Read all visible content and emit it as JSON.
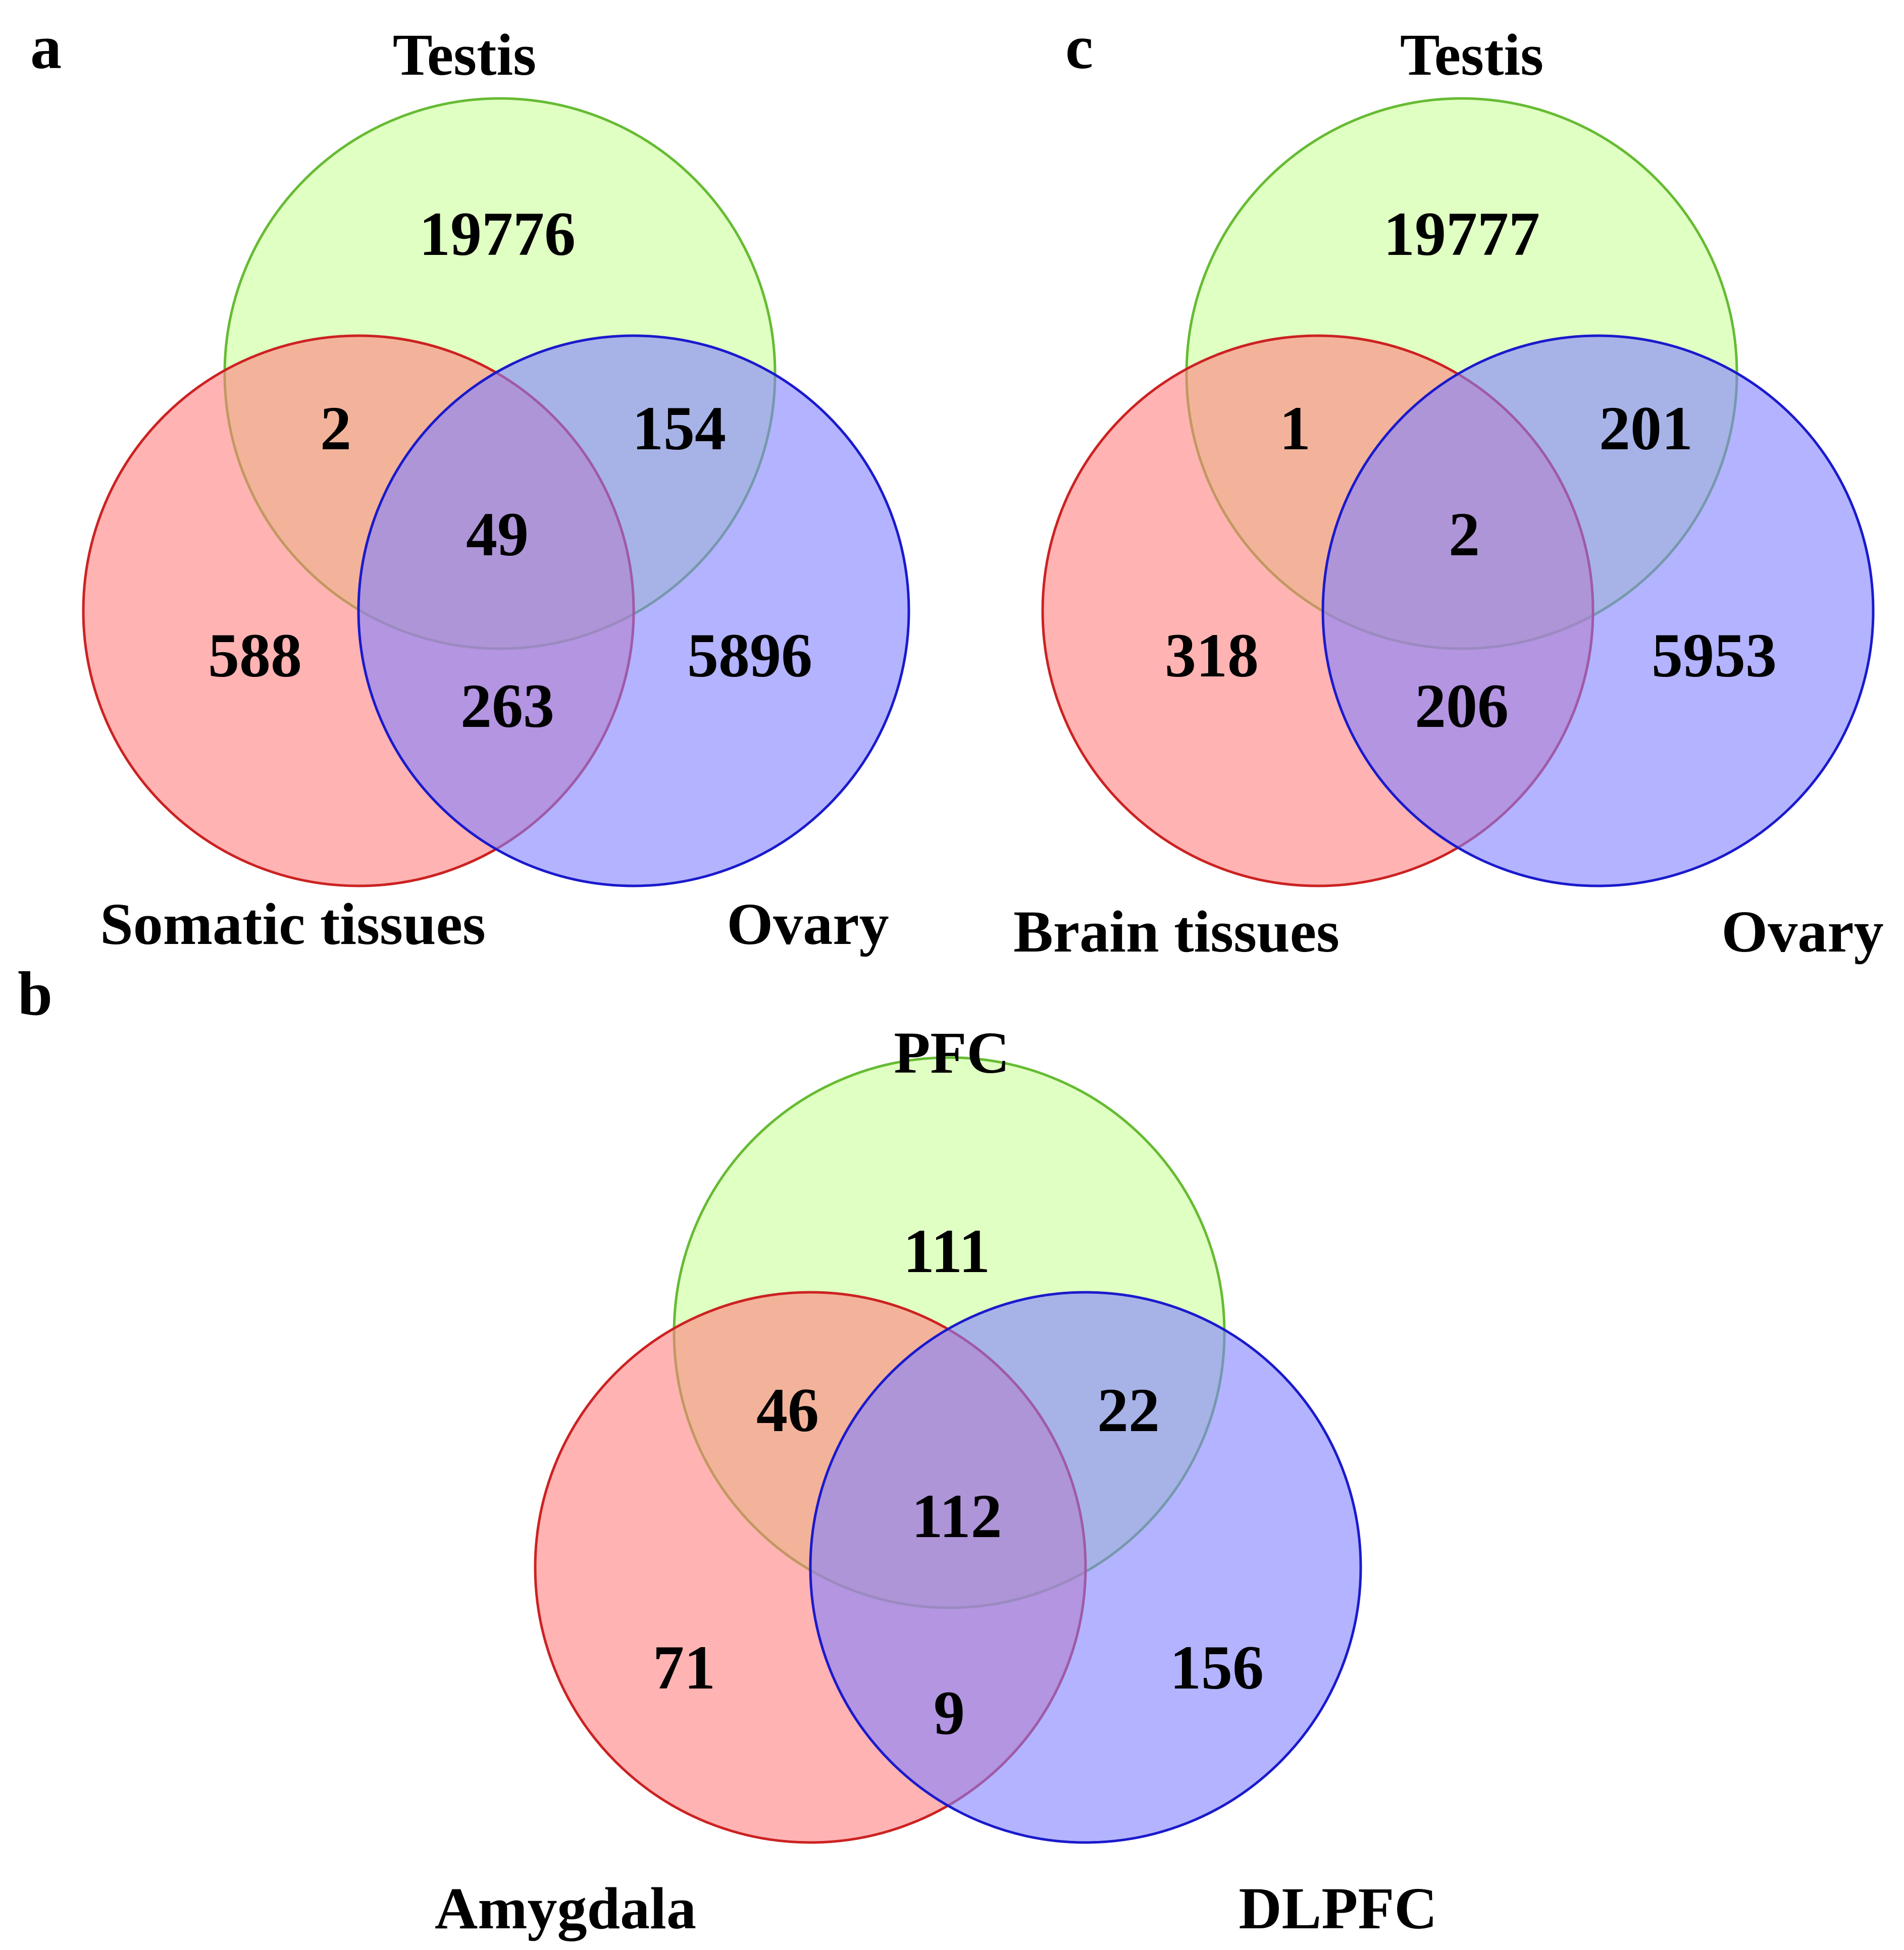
{
  "colors": {
    "set_a_fill": "#ccff99",
    "set_a_stroke": "#66bb33",
    "set_b_fill": "#ff8080",
    "set_b_stroke": "#cc2222",
    "set_c_fill": "#8080ff",
    "set_c_stroke": "#1a1acc"
  },
  "panels": [
    {
      "letter": "a",
      "sets": [
        "Testis",
        "Somatic tissues",
        "Ovary"
      ],
      "regions": {
        "top_only": "19776",
        "top_left": "2",
        "top_right": "154",
        "center": "49",
        "left_only": "588",
        "left_right": "263",
        "right_only": "5896"
      }
    },
    {
      "letter": "b",
      "sets": [
        "PFC",
        "Amygdala",
        "DLPFC"
      ],
      "regions": {
        "top_only": "111",
        "top_left": "46",
        "top_right": "22",
        "center": "112",
        "left_only": "71",
        "left_right": "9",
        "right_only": "156"
      }
    },
    {
      "letter": "c",
      "sets": [
        "Testis",
        "Brain tissues",
        "Ovary"
      ],
      "regions": {
        "top_only": "19777",
        "top_left": "1",
        "top_right": "201",
        "center": "2",
        "left_only": "318",
        "left_right": "206",
        "right_only": "5953"
      }
    }
  ]
}
